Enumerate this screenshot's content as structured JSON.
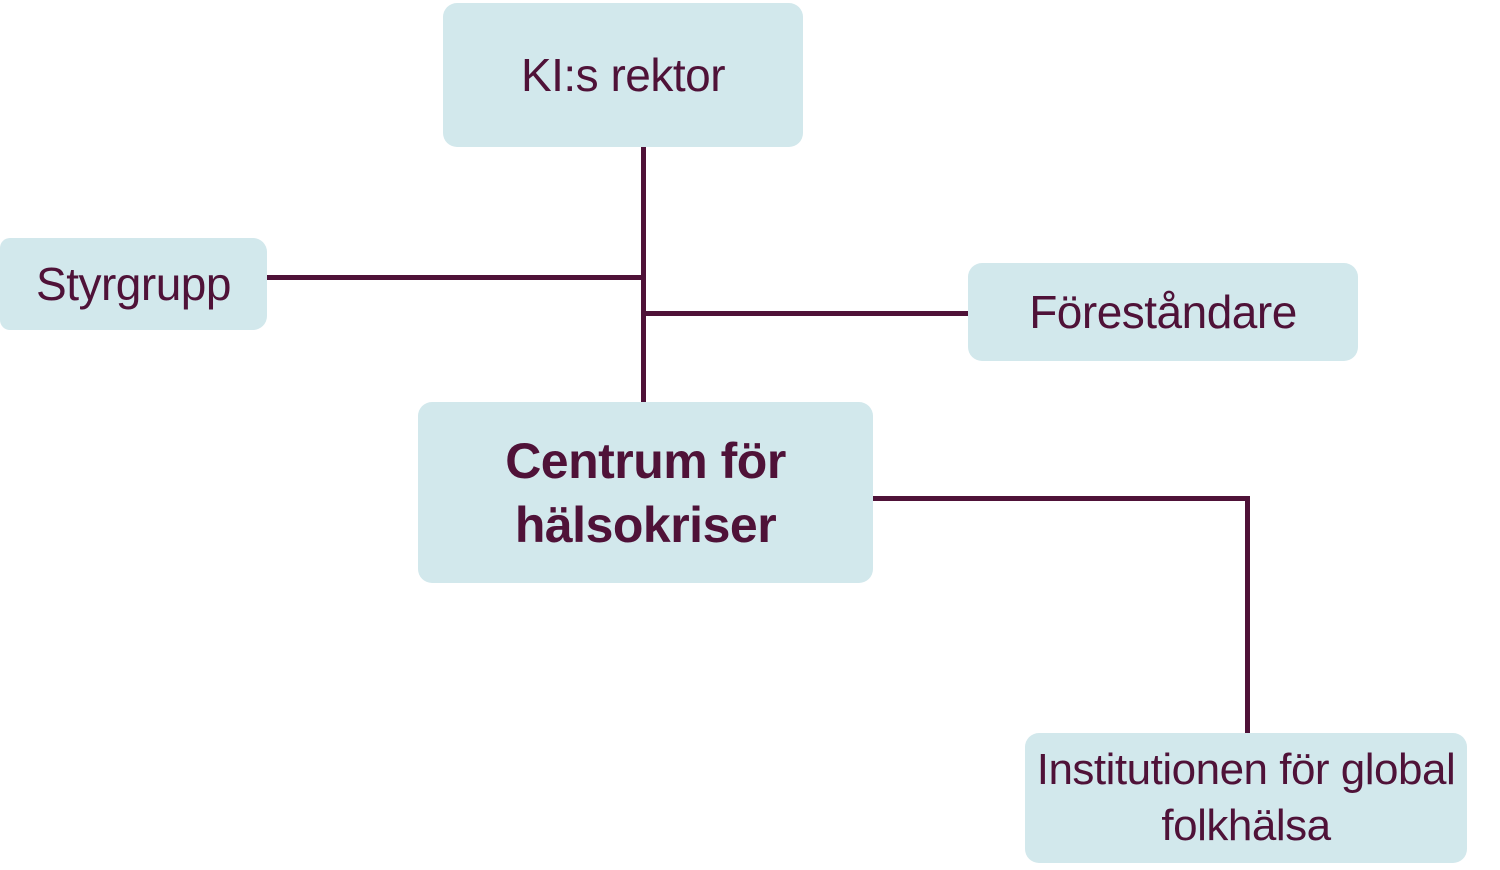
{
  "colors": {
    "background": "#ffffff",
    "box_fill": "#d2e8ec",
    "line": "#4f1238",
    "text": "#4f1238"
  },
  "diagram": {
    "type": "org-chart",
    "nodes": [
      {
        "id": "ki-rektor",
        "label": "KI:s rektor"
      },
      {
        "id": "styrgrupp",
        "label": "Styrgrupp"
      },
      {
        "id": "forestandare",
        "label": "Föreståndare"
      },
      {
        "id": "centrum-for-halsokriser",
        "label": "Centrum för hälsokriser"
      },
      {
        "id": "institutionen-for-global-folkhalsa",
        "label": "Institutionen för global folkhälsa"
      }
    ],
    "edges": [
      {
        "from": "ki-rektor",
        "to": "styrgrupp"
      },
      {
        "from": "ki-rektor",
        "to": "forestandare"
      },
      {
        "from": "ki-rektor",
        "to": "centrum-for-halsokriser"
      },
      {
        "from": "centrum-for-halsokriser",
        "to": "institutionen-for-global-folkhalsa"
      }
    ]
  }
}
